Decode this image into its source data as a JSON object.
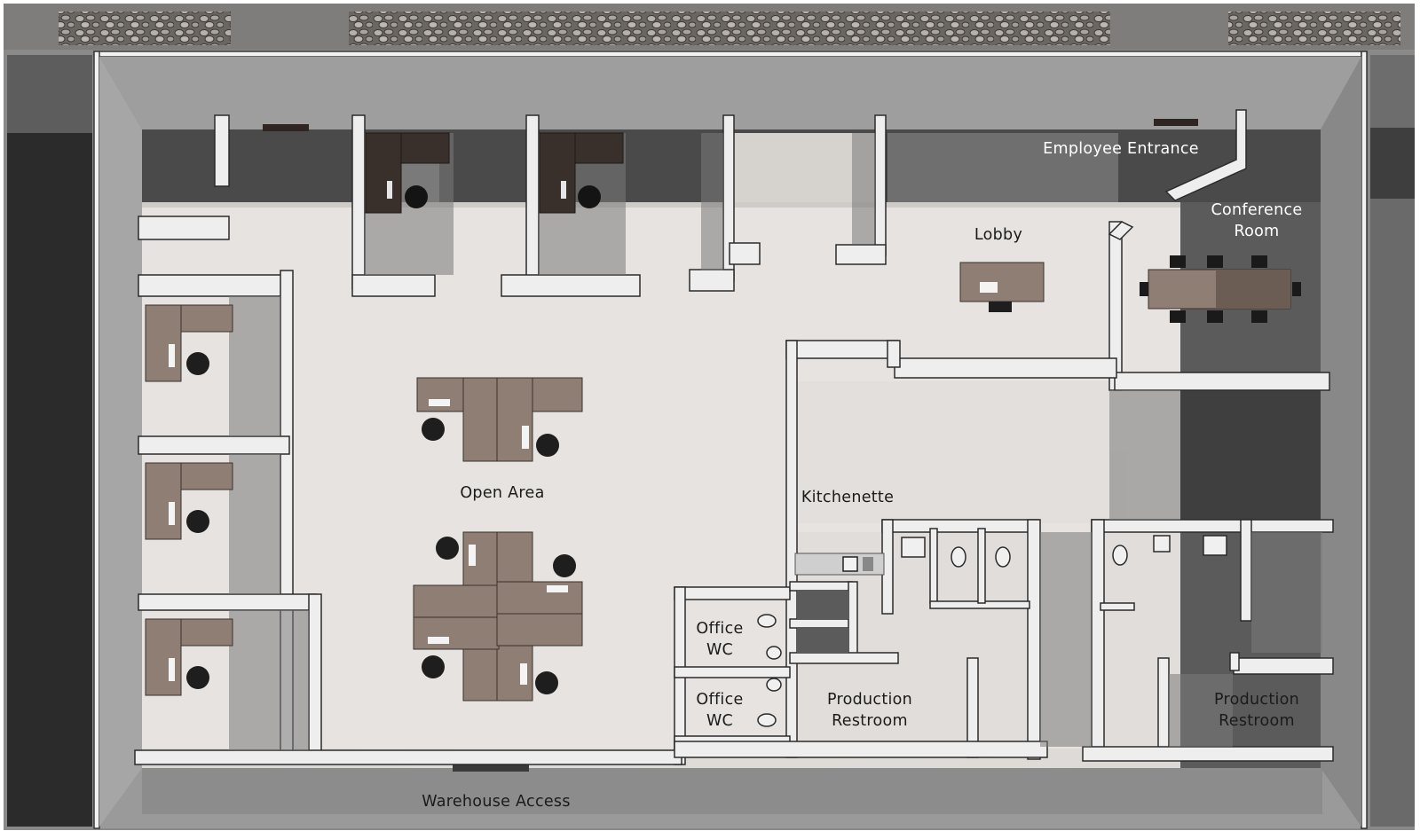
{
  "plan": {
    "labels": {
      "employee_entrance": "Employee Entrance",
      "conference_room_1": "Conference",
      "conference_room_2": "Room",
      "lobby": "Lobby",
      "open_area": "Open Area",
      "kitchenette": "Kitchenette",
      "office_wc_a_1": "Office",
      "office_wc_a_2": "WC",
      "office_wc_b_1": "Office",
      "office_wc_b_2": "WC",
      "production_restroom_a_1": "Production",
      "production_restroom_a_2": "Restroom",
      "production_restroom_b_1": "Production",
      "production_restroom_b_2": "Restroom",
      "warehouse_access": "Warehouse Access"
    },
    "colors": {
      "floor": "#e4e1de",
      "wall": "#ececec",
      "desk": "#8c7c72",
      "chair": "#1e1e1e",
      "outer_dark": "#2a2a2a",
      "gravel": "#5c5955"
    }
  }
}
